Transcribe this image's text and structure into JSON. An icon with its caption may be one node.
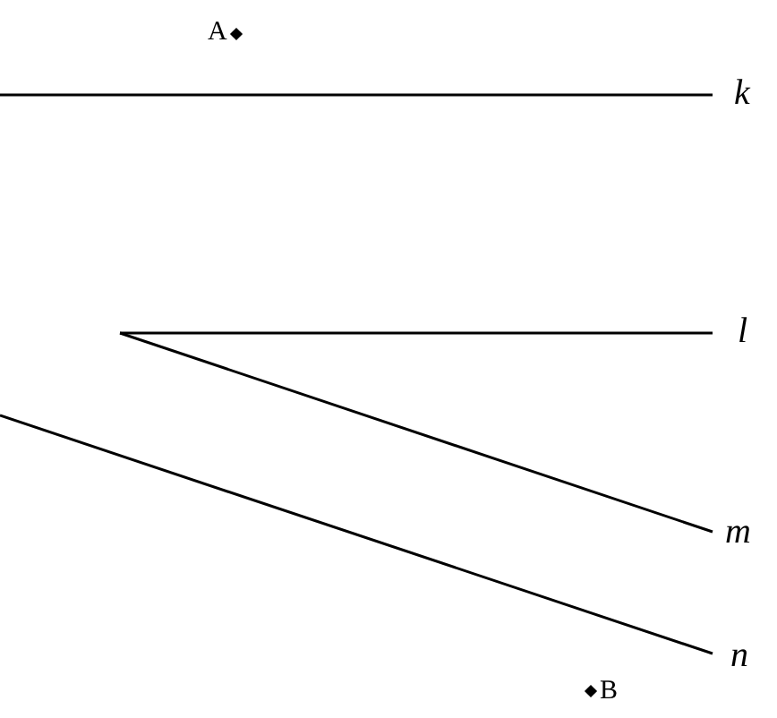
{
  "diagram": {
    "labels": [
      "A",
      "k",
      "l",
      "m",
      "n",
      "B"
    ]
  }
}
